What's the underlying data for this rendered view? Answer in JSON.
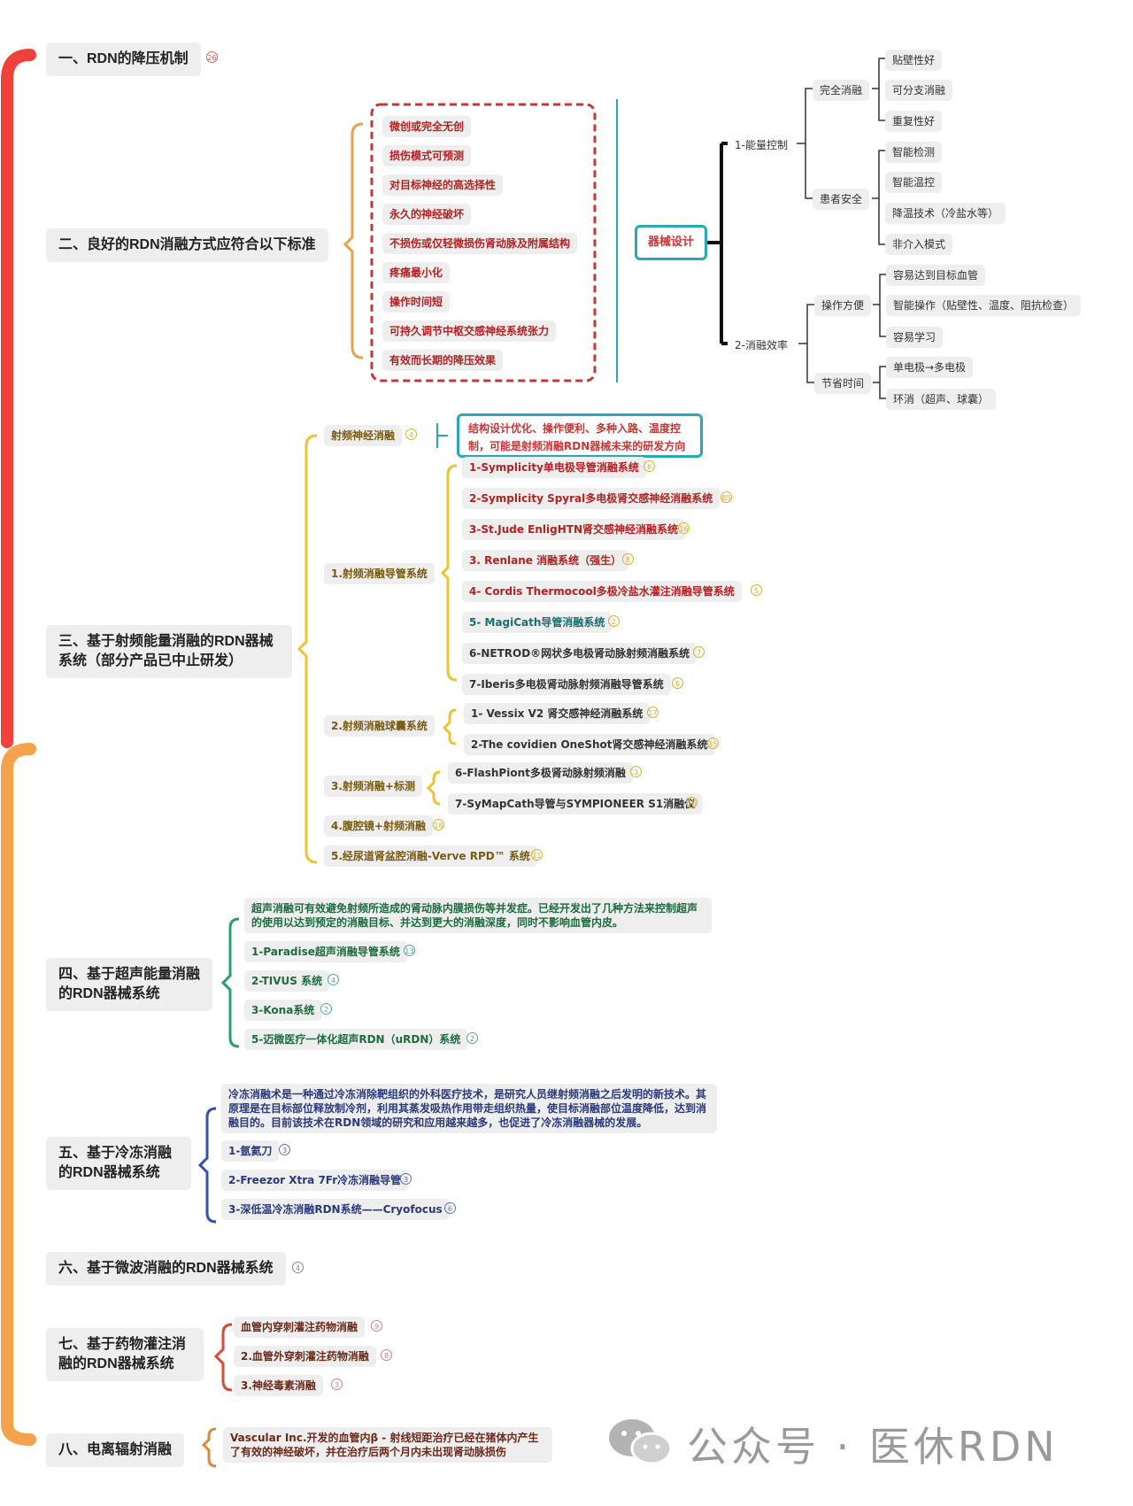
{
  "sections": {
    "s1": {
      "title": "一、RDN的降压机制",
      "badge": "26"
    },
    "s2": {
      "title": "二、良好的RDN消融方式应符合以下标准"
    },
    "s3": {
      "title": "三、基于射频能量消融的RDN器械系统（部分产品已中止研发）"
    },
    "s4": {
      "title": "四、基于超声能量消融的RDN器械系统"
    },
    "s5": {
      "title": "五、基于冷冻消融的RDN器械系统"
    },
    "s6": {
      "title": "六、基于微波消融的RDN器械系统",
      "badge": "4"
    },
    "s7": {
      "title": "七、基于药物灌注消融的RDN器械系统"
    },
    "s8": {
      "title": "八、电离辐射消融"
    }
  },
  "criteria": [
    "微创或完全无创",
    "损伤模式可预测",
    "对目标神经的高选择性",
    "永久的神经破坏",
    "不损伤或仅轻微损伤肾动脉及附属结构",
    "疼痛最小化",
    "操作时间短",
    "可持久调节中枢交感神经系统张力",
    "有效而长期的降压效果"
  ],
  "device_design": {
    "root": "器械设计",
    "energy_control": "1-能量控制",
    "complete_ablation": "完全消融",
    "complete_items": [
      "贴壁性好",
      "可分支消融",
      "重复性好"
    ],
    "patient_safety": "患者安全",
    "safety_items": [
      "智能检测",
      "智能温控",
      "降温技术（冷盐水等）",
      "非介入模式"
    ],
    "ablation_efficiency": "2-消融效率",
    "ease_of_operation": "操作方便",
    "ease_items": [
      "容易达到目标血管",
      "智能操作（贴壁性、温度、阻抗检查）",
      "容易学习"
    ],
    "time_saving": "节省时间",
    "time_items": [
      "单电极→多电极",
      "环消（超声、球囊）"
    ]
  },
  "rf": {
    "nerve_ablation": {
      "label": "射频神经消融",
      "badge": "4"
    },
    "callout": "结构设计优化、操作便利、多种入路、温度控制，可能是射频消融RDN器械未来的研发方向",
    "catheter": {
      "label": "1.射频消融导管系统",
      "items": [
        {
          "text": "1-Symplicity单电极导管消融系统",
          "badge": "6",
          "tone": "red"
        },
        {
          "text": "2-Symplicity Spyral多电极肾交感神经消融系统",
          "badge": "85",
          "tone": "red"
        },
        {
          "text": "3-St.Jude EnligHTN肾交感神经消融系统",
          "badge": "16",
          "tone": "red"
        },
        {
          "text": "3. Renlane 消融系统（强生）",
          "badge": "8",
          "tone": "red"
        },
        {
          "text": "4- Cordis Thermocool多极冷盐水灌注消融导管系统",
          "badge": "5",
          "tone": "red"
        },
        {
          "text": "5- MagiCath导管消融系统",
          "badge": "2",
          "tone": "teal"
        },
        {
          "text": "6-NETROD®网状多电极肾动脉射频消融系统",
          "badge": "7",
          "tone": "dark"
        },
        {
          "text": "7-Iberis多电极肾动脉射频消融导管系统",
          "badge": "6",
          "tone": "dark"
        }
      ]
    },
    "balloon": {
      "label": "2.射频消融球囊系统",
      "items": [
        {
          "text": "1- Vessix V2 肾交感神经消融系统",
          "badge": "17"
        },
        {
          "text": "2-The covidien OneShot肾交感神经消融系统",
          "badge": "15"
        }
      ]
    },
    "mapping": {
      "label": "3.射频消融+标测",
      "items": [
        {
          "text": "6-FlashPiont多极肾动脉射频消融",
          "badge": "3"
        },
        {
          "text": "7-SyMapCath导管与SYMPIONEER S1消融仪",
          "badge": "16"
        }
      ]
    },
    "laparoscope": {
      "label": "4.腹腔镜+射频消融",
      "badge": "18"
    },
    "pelvic": {
      "label": "5.经尿道肾盆腔消融-Verve RPD™ 系统",
      "badge": "11"
    }
  },
  "ultrasound": {
    "intro": "超声消融可有效避免射频所造成的肾动脉内膜损伤等并发症。已经开发出了几种方法来控制超声的使用以达到预定的消融目标、并达到更大的消融深度，同时不影响血管内皮。",
    "items": [
      {
        "text": "1-Paradise超声消融导管系统",
        "badge": "13"
      },
      {
        "text": "2-TIVUS 系统",
        "badge": "4"
      },
      {
        "text": "3-Kona系统",
        "badge": "2"
      },
      {
        "text": "5-迈微医疗一体化超声RDN（uRDN）系统",
        "badge": "2"
      }
    ]
  },
  "cryo": {
    "intro": "冷冻消融术是一种通过冷冻消除靶组织的外科医疗技术，是研究人员继射频消融之后发明的新技术。其原理是在目标部位释放制冷剂，利用其蒸发吸热作用带走组织热量，使目标消融部位温度降低，达到消融目的。目前该技术在RDN领域的研究和应用越来越多，也促进了冷冻消融器械的发展。",
    "items": [
      {
        "text": "1-氩氦刀",
        "badge": "3"
      },
      {
        "text": "2-Freezor Xtra 7Fr冷冻消融导管",
        "badge": "3"
      },
      {
        "text": "3-深低温冷冻消融RDN系统——Cryofocus",
        "badge": "6"
      }
    ]
  },
  "drug": {
    "items": [
      {
        "text": "血管内穿刺灌注药物消融",
        "badge": "9"
      },
      {
        "text": "2.血管外穿刺灌注药物消融",
        "badge": "8"
      },
      {
        "text": "3.神经毒素消融",
        "badge": "3"
      }
    ]
  },
  "radiation": {
    "text": "Vascular Inc.开发的血管内β - 射线短距治疗已经在猪体内产生了有效的神经破坏，并在治疗后两个月内未出现肾动脉损伤"
  },
  "watermark": {
    "text": "公众号 · 医休RDN"
  },
  "colors": {
    "red": "#f0413a",
    "orange": "#f4a24c",
    "gold": "#e8c531",
    "teal": "#2aa8b8",
    "green": "#27a06a",
    "blue": "#3550b0",
    "brown": "#d98a3a"
  }
}
